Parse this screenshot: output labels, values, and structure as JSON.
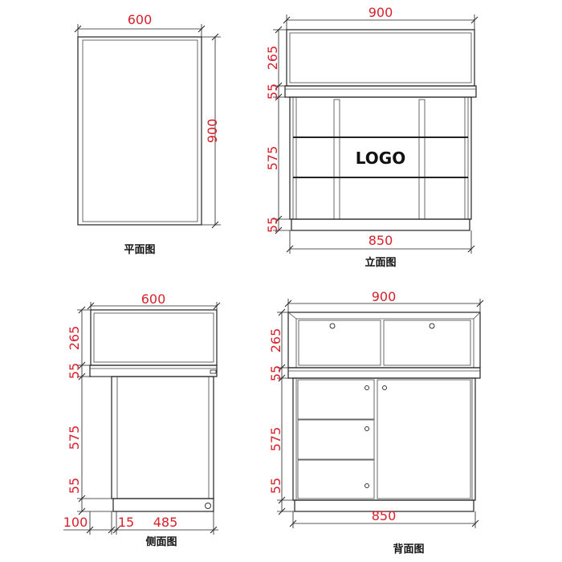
{
  "plan": {
    "caption": "平面图",
    "width": "600",
    "depth": "900"
  },
  "elevation": {
    "caption": "立面图",
    "width_top": "900",
    "width_bottom": "850",
    "h_top": "265",
    "h_band": "55",
    "h_mid": "575",
    "h_base": "55",
    "logo": "LOGO"
  },
  "side": {
    "caption": "侧面图",
    "width_top": "600",
    "h_top": "265",
    "h_band": "55",
    "h_mid": "575",
    "h_base": "55",
    "d1": "100",
    "d2": "15",
    "d3": "485"
  },
  "back": {
    "caption": "背面图",
    "width_top": "900",
    "width_bottom": "850",
    "h_top": "265",
    "h_band": "55",
    "h_mid": "575",
    "h_base": "55"
  }
}
